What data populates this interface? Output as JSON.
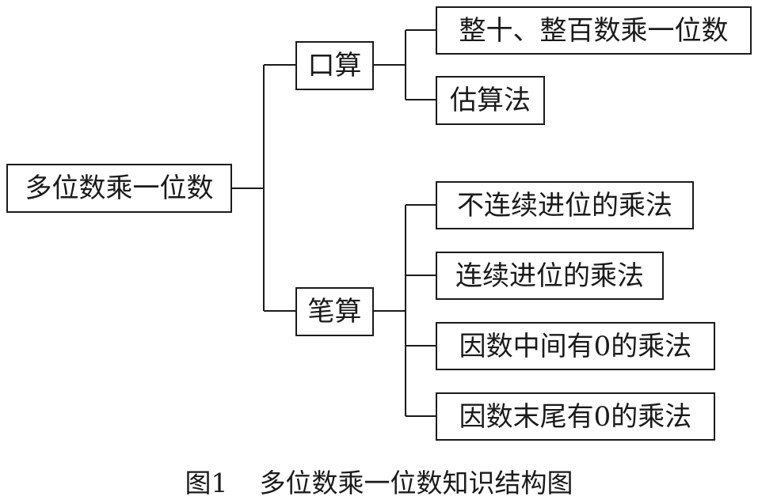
{
  "root": {
    "label": "多位数乘一位数"
  },
  "branches": [
    {
      "label": "口算",
      "children": [
        {
          "label": "整十、整百数乘一位数"
        },
        {
          "label": "估算法"
        }
      ]
    },
    {
      "label": "笔算",
      "children": [
        {
          "label": "不连续进位的乘法"
        },
        {
          "label": "连续进位的乘法"
        },
        {
          "label": "因数中间有0的乘法"
        },
        {
          "label": "因数末尾有0的乘法"
        }
      ]
    }
  ],
  "caption": {
    "figure_number": "图1",
    "title": "多位数乘一位数知识结构图"
  }
}
